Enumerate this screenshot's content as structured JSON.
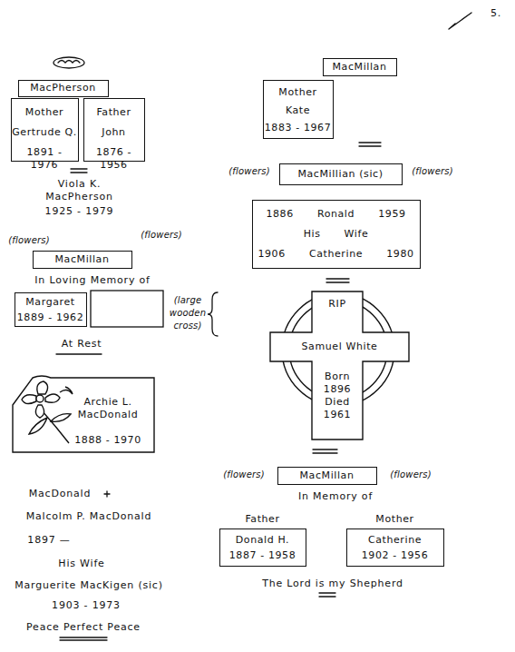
{
  "diagram": {
    "nodes": [
      {
        "text": [
          "MacPherson"
        ]
      },
      {
        "text": [
          "Mother",
          "Gertrude Q.",
          "1891 - 1976"
        ]
      },
      {
        "text": [
          "Father",
          "John",
          "1876 - 1956"
        ]
      },
      {
        "text": [
          "MacMillan"
        ]
      },
      {
        "text": [
          "Margaret",
          "1889 - 1962"
        ]
      },
      {
        "text": [
          "Archie L. MacDonald",
          "1888 - 1970"
        ]
      },
      {
        "text": [
          "MacMillan"
        ]
      },
      {
        "text": [
          "Mother",
          "Kate",
          "1883 - 1967"
        ]
      },
      {
        "text": [
          "MacMillian (sic)"
        ]
      },
      {
        "text": [
          "1886 Ronald 1959",
          "His Wife",
          "1906 Catherine 1980"
        ]
      },
      {
        "text": [
          "RIP",
          "Samuel White",
          "Born 1896 Died 1961"
        ]
      },
      {
        "text": [
          "MacMillan"
        ]
      },
      {
        "text": [
          "Father",
          "Donald H.",
          "1887 - 1958"
        ]
      },
      {
        "text": [
          "Mother",
          "Catherine",
          "1902 - 1956"
        ]
      }
    ],
    "labels": [
      "5.",
      "Viola K. MacPherson",
      "1925 - 1979",
      "(flowers)",
      "(flowers)",
      "In Loving Memory of",
      "At Rest",
      "MacDonald",
      "Malcolm P. MacDonald",
      "1897 —",
      "His Wife",
      "Marguerite MacKigen (sic)",
      "1903 - 1973",
      "Peace Perfect Peace",
      "(flowers)",
      "(flowers)",
      "(large wooden cross)",
      "(flowers)",
      "(flowers)",
      "In Memory of",
      "The Lord is my Shepherd"
    ]
  }
}
